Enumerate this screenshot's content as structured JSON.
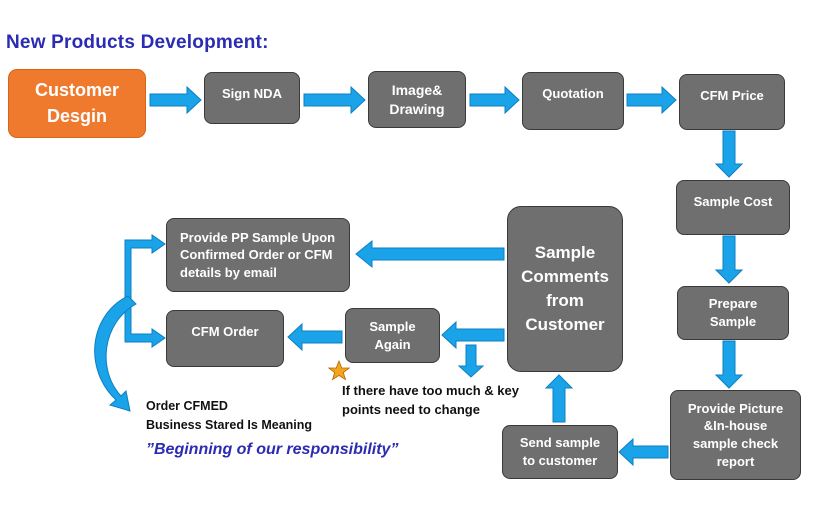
{
  "title": "New Products Development:",
  "steps": {
    "customer_design": "Customer\nDesgin",
    "sign_nda": "Sign NDA",
    "image_drawing": "Image&\nDrawing",
    "quotation": "Quotation",
    "cfm_price": "CFM Price",
    "sample_cost": "Sample Cost",
    "prepare_sample": "Prepare\nSample",
    "provide_picture": "Provide Picture\n&In-house\nsample check\nreport",
    "send_sample": "Send sample\nto customer",
    "sample_comments": "Sample\nComments\nfrom\nCustomer",
    "sample_again": "Sample\nAgain",
    "cfm_order": "CFM Order",
    "provide_pp_sample": "Provide PP Sample Upon\nConfirmed Order or CFM\ndetails by email"
  },
  "notes": {
    "key_points": "If there have too much & key\npoints need to change",
    "order_cfmed": "Order CFMED\nBusiness Stared Is  Meaning",
    "responsibility": "”Beginning of our responsibility”"
  },
  "colors": {
    "title": "#2b2bb3",
    "process_box": "#6f6f6f",
    "start_box": "#ef7a2e",
    "arrow": "#1aa3e8",
    "star": "#f2a51c",
    "responsibility_text": "#2b2bb3"
  }
}
